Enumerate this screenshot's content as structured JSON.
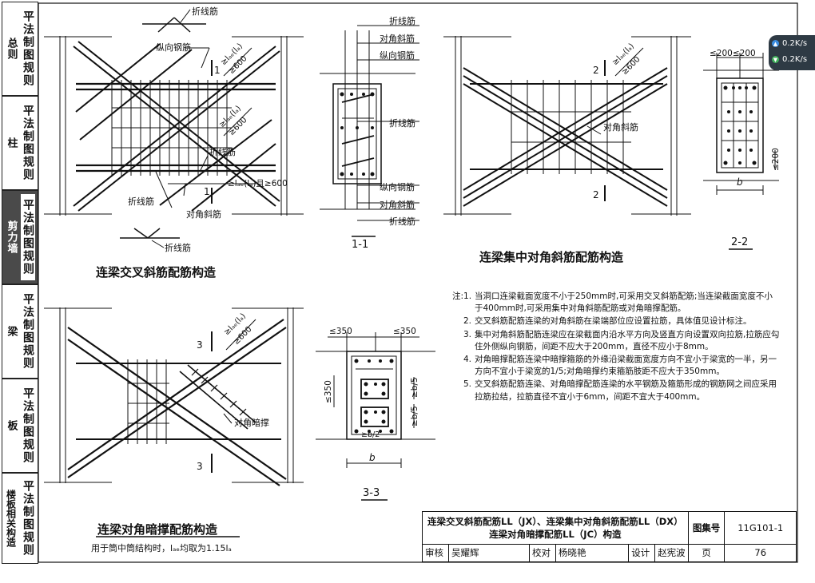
{
  "sidebar": {
    "tabs": [
      {
        "category": "总则",
        "label": "平法制图规则"
      },
      {
        "category": "柱",
        "label": "平法制图规则"
      },
      {
        "category": "剪力墙",
        "label": "平法制图规则"
      },
      {
        "category": "梁",
        "label": "平法制图规则"
      },
      {
        "category": "板",
        "label": "平法制图规则"
      },
      {
        "category": "楼板相关构造",
        "label": "平法制图规则"
      }
    ]
  },
  "speed_widget": {
    "up": "0.2K/s",
    "down": "0.2K/s"
  },
  "diagrams": {
    "cross": {
      "title": "连梁交叉斜筋配筋构造",
      "labels": {
        "zhexian": "折线筋",
        "zongxiang": "纵向钢筋",
        "duijiao": "对角斜筋",
        "sec1": "1",
        "lae1": "≥lₐₑ(lₐ)",
        "ge600": "≥600",
        "anchor": "≥lₐₑ(lₐ)且≥600"
      }
    },
    "section11": {
      "title": "1-1",
      "labels": [
        "折线筋",
        "对角斜筋",
        "纵向钢筋",
        "折线筋",
        "纵向钢筋",
        "对角斜筋",
        "折线筋"
      ]
    },
    "concentrated": {
      "title": "连梁集中对角斜筋配筋构造",
      "labels": {
        "duijiao": "对角斜筋",
        "sec2": "2",
        "lae": "≥lₐₑ(lₐ)",
        "ge600": "≥600"
      }
    },
    "section22": {
      "title": "2-2",
      "dims": {
        "top": "≤200≤200",
        "side": "≤200",
        "b": "b"
      }
    },
    "brace": {
      "title": "连梁对角暗撑配筋构造",
      "subtitle": "用于筒中筒结构时，lₐₑ均取为1.15lₐ",
      "labels": {
        "anchen": "对角暗撑",
        "sec3": "3",
        "lae": "≥lₐₑ(lₐ)",
        "ge600": "≥600"
      }
    },
    "section33": {
      "title": "3-3",
      "dims": {
        "left": "≤350",
        "right": "≤350",
        "side": "≤350",
        "b5a": "≥b/5",
        "b5b": "≥b/5",
        "b2": "≥b/2",
        "b": "b"
      }
    }
  },
  "notes": [
    {
      "key": "注:1.",
      "text": "当洞口连梁截面宽度不小于250mm时,可采用交叉斜筋配筋;当连梁截面宽度不小于400mm时,可采用集中对角斜筋配筋或对角暗撑配筋。"
    },
    {
      "key": "2.",
      "text": "交叉斜筋配筋连梁的对角斜筋在梁端部位应设置拉筋，具体值见设计标注。"
    },
    {
      "key": "3.",
      "text": "集中对角斜筋配筋连梁应在梁截面内沿水平方向及竖直方向设置双向拉筋,拉筋应勾住外侧纵向钢筋，间距不应大于200mm，直径不应小于8mm。"
    },
    {
      "key": "4.",
      "text": "对角暗撑配筋连梁中暗撑箍筋的外缘沿梁截面宽度方向不宜小于梁宽的一半，另一方向不宜小于梁宽的1/5;对角暗撑约束箍筋肢距不应大于350mm。"
    },
    {
      "key": "5.",
      "text": "交叉斜筋配筋连梁、对角暗撑配筋连梁的水平钢筋及箍筋形成的钢筋网之间应采用拉筋拉结，拉筋直径不宜小于6mm，间距不宜大于400mm。"
    }
  ],
  "title_block": {
    "title_line1": "连梁交叉斜筋配筋LL（JX）、连梁集中对角斜筋配筋LL（DX）",
    "title_line2": "连梁对角暗撑配筋LL（JC）构造",
    "atlas_label": "图集号",
    "atlas_no": "11G101-1",
    "review_label": "审核",
    "reviewer": "吴耀辉",
    "check_label": "校对",
    "checker": "杨晓艳",
    "design_label": "设计",
    "designer": "赵宪波",
    "page_label": "页",
    "page_no": "76"
  }
}
